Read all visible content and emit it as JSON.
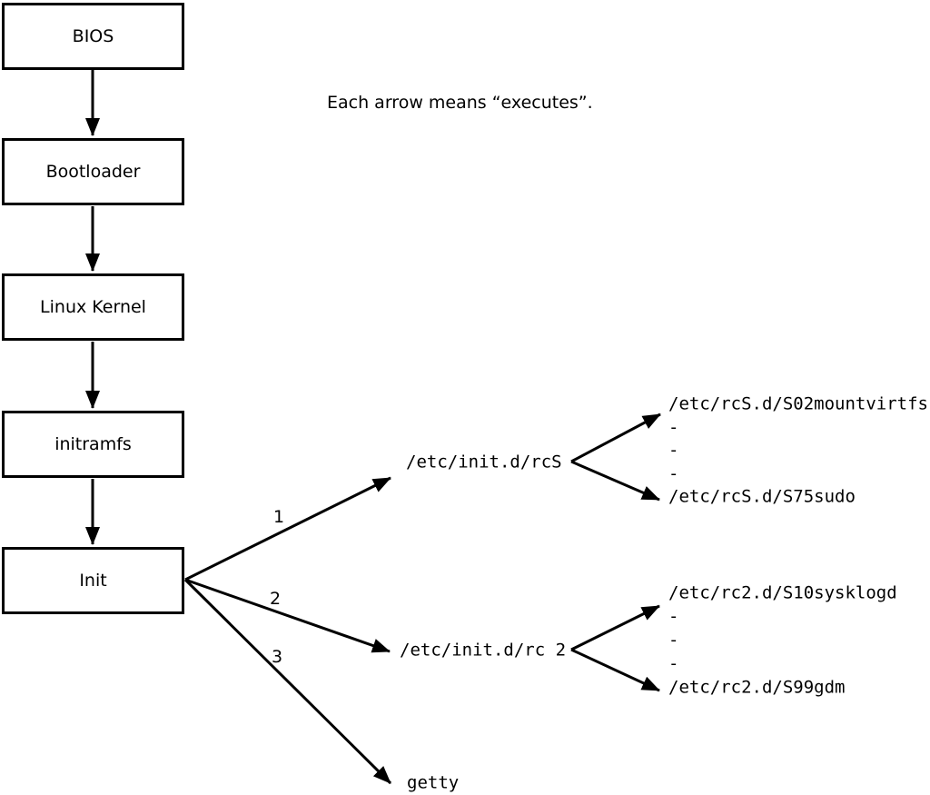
{
  "title": "Linux boot sequence diagram",
  "note": "Each arrow means “executes”.",
  "colors": {
    "background": "#ffffff",
    "line": "#000000",
    "text": "#000000"
  },
  "boot_sequence": [
    {
      "label": "BIOS"
    },
    {
      "label": "Bootloader"
    },
    {
      "label": "Linux Kernel"
    },
    {
      "label": "initramfs"
    },
    {
      "label": "Init"
    }
  ],
  "init_branches": [
    {
      "order": "1",
      "target": "/etc/init.d/rcS"
    },
    {
      "order": "2",
      "target": "/etc/init.d/rc 2"
    },
    {
      "order": "3",
      "target": "getty"
    }
  ],
  "rcS_children": {
    "first": "/etc/rcS.d/S02mountvirtfs",
    "dots": [
      "-",
      "-",
      "-"
    ],
    "last": "/etc/rcS.d/S75sudo"
  },
  "rc2_children": {
    "first": "/etc/rc2.d/S10sysklogd",
    "dots": [
      "-",
      "-",
      "-"
    ],
    "last": "/etc/rc2.d/S99gdm"
  }
}
